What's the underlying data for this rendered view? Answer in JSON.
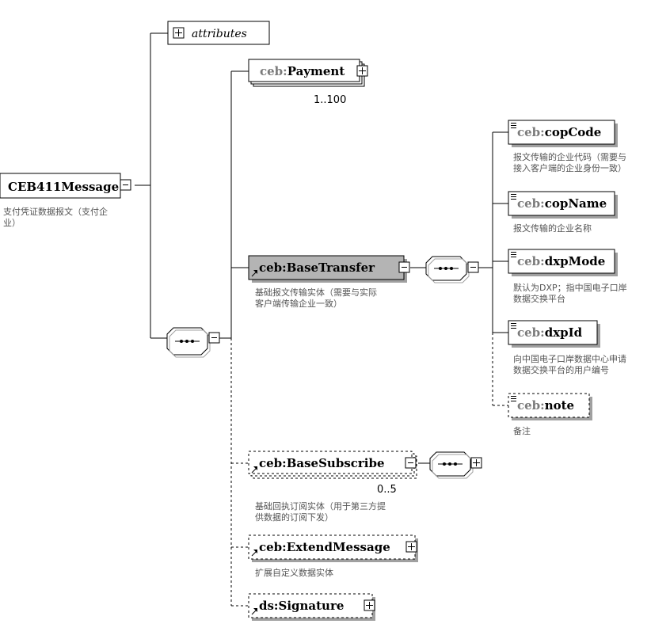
{
  "root": {
    "prefix": "",
    "name": "CEB411Message",
    "annotation": [
      "支付凭证数据报文（支付企",
      "业）"
    ]
  },
  "attributes": {
    "label": "attributes"
  },
  "payment": {
    "prefix": "ceb:",
    "name": "Payment",
    "occurrence": "1..100"
  },
  "base_transfer": {
    "prefix": "ceb:",
    "name": "BaseTransfer",
    "annotation": [
      "基础报文传输实体（需要与实际",
      "客户端传输企业一致）"
    ]
  },
  "children": [
    {
      "prefix": "ceb:",
      "name": "copCode",
      "annotation": [
        "报文传输的企业代码（需要与",
        "接入客户端的企业身份一致）"
      ]
    },
    {
      "prefix": "ceb:",
      "name": "copName",
      "annotation": [
        "报文传输的企业名称"
      ]
    },
    {
      "prefix": "ceb:",
      "name": "dxpMode",
      "annotation": [
        "默认为DXP；指中国电子口岸",
        "数据交换平台"
      ]
    },
    {
      "prefix": "ceb:",
      "name": "dxpId",
      "annotation": [
        "向中国电子口岸数据中心申请",
        "数据交换平台的用户编号"
      ]
    },
    {
      "prefix": "ceb:",
      "name": "note",
      "annotation": [
        "备注"
      ]
    }
  ],
  "base_subscribe": {
    "prefix": "ceb:",
    "name": "BaseSubscribe",
    "occurrence": "0..5",
    "annotation": [
      "基础回执订阅实体（用于第三方提",
      "供数据的订阅下发）"
    ]
  },
  "extend_message": {
    "prefix": "ceb:",
    "name": "ExtendMessage",
    "annotation": [
      "扩展自定义数据实体"
    ]
  },
  "signature": {
    "prefix": "ds:",
    "name": "Signature"
  },
  "colors": {
    "line": "#000000",
    "annotation_text": "#555555",
    "prefix_text": "#7a7a7a",
    "selected_fill": "#b4b4b4",
    "shadow": "#a0a0a0"
  }
}
